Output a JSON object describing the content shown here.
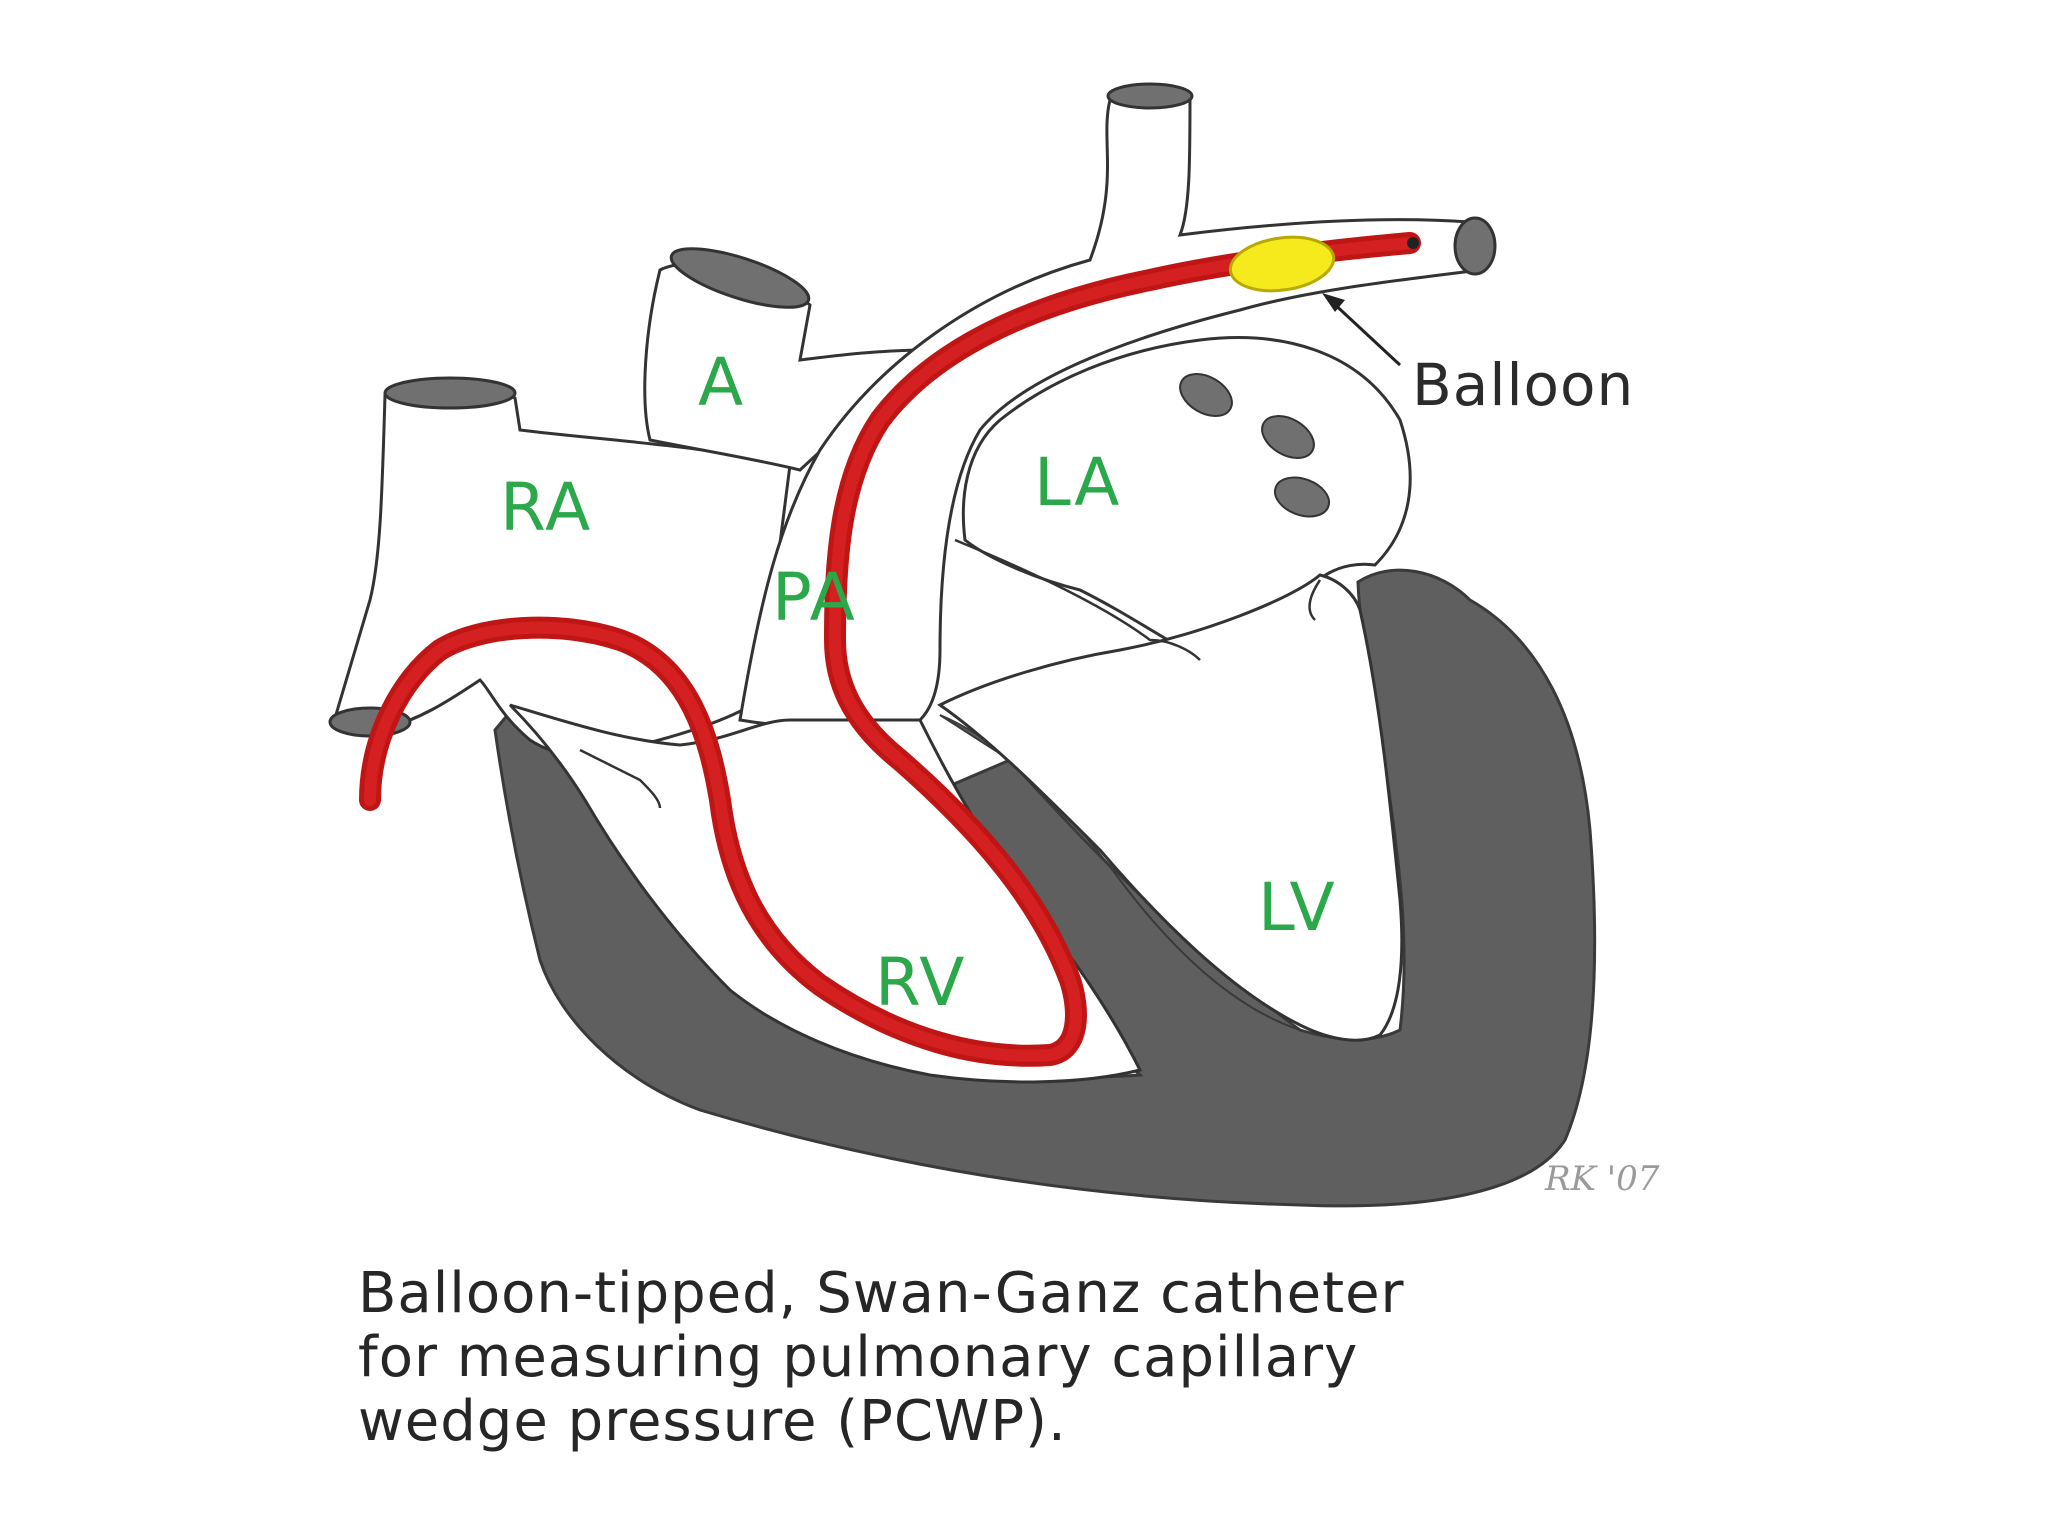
{
  "labels": {
    "a": "A",
    "ra": "RA",
    "la": "LA",
    "pa": "PA",
    "rv": "RV",
    "lv": "LV",
    "balloon": "Balloon"
  },
  "signature": "RK '07",
  "caption": {
    "line1": "Balloon-tipped, Swan-Ganz catheter",
    "line2": "for measuring pulmonary capillary",
    "line3": "wedge pressure (PCWP)."
  },
  "colors": {
    "catheter": "#d42020",
    "balloon": "#f5ea1c",
    "muscle": "#5f5f5f",
    "vessel_opening": "#707070",
    "label_green": "#2aa84a"
  }
}
